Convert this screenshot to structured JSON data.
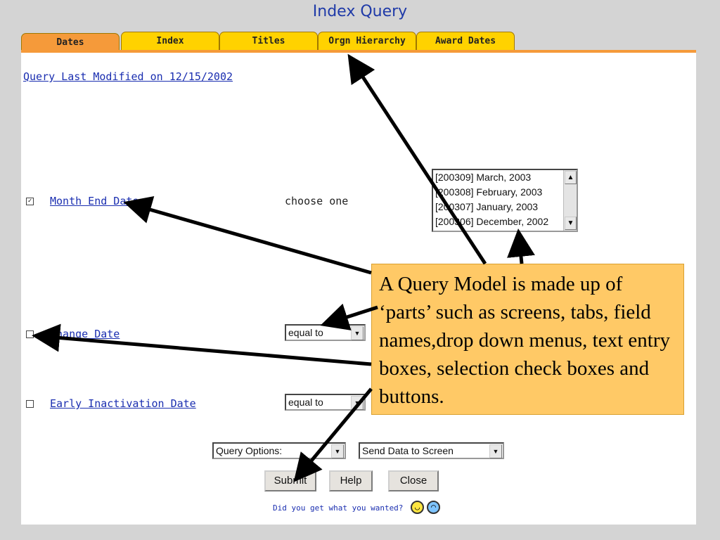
{
  "window_title": "Index Query",
  "tabs": [
    {
      "label": "Dates",
      "active": true
    },
    {
      "label": "Index",
      "active": false
    },
    {
      "label": "Titles",
      "active": false
    },
    {
      "label": "Orgn Hierarchy",
      "active": false
    },
    {
      "label": "Award Dates",
      "active": false
    }
  ],
  "query_modified_link": "Query Last Modified on 12/15/2002",
  "fields": {
    "month_end": {
      "label": "Month End Date",
      "checked": true,
      "control_text": "choose one"
    },
    "change": {
      "label": "Change Date",
      "checked": false,
      "operator": "equal to"
    },
    "early": {
      "label": "Early Inactivation Date",
      "checked": false,
      "operator": "equal to"
    }
  },
  "listbox_options": [
    "[200309] March, 2003",
    "[200308] February, 2003",
    "[200307] January, 2003",
    "[200306] December, 2002"
  ],
  "query_options_label": "Query Options:",
  "send_data_label": "Send Data to Screen",
  "buttons": {
    "submit": "Submit",
    "help": "Help",
    "close": "Close"
  },
  "feedback_text": "Did you get what you wanted?",
  "callout_text": "A Query Model is made up of ‘parts’ such as screens, tabs, field names,drop down menus, text entry boxes, selection check boxes and buttons.",
  "colors": {
    "tab_active": "#f59a3a",
    "tab": "#ffd200",
    "callout": "#ffc966",
    "link": "#1a2eb0",
    "title": "#1f3aa8"
  }
}
